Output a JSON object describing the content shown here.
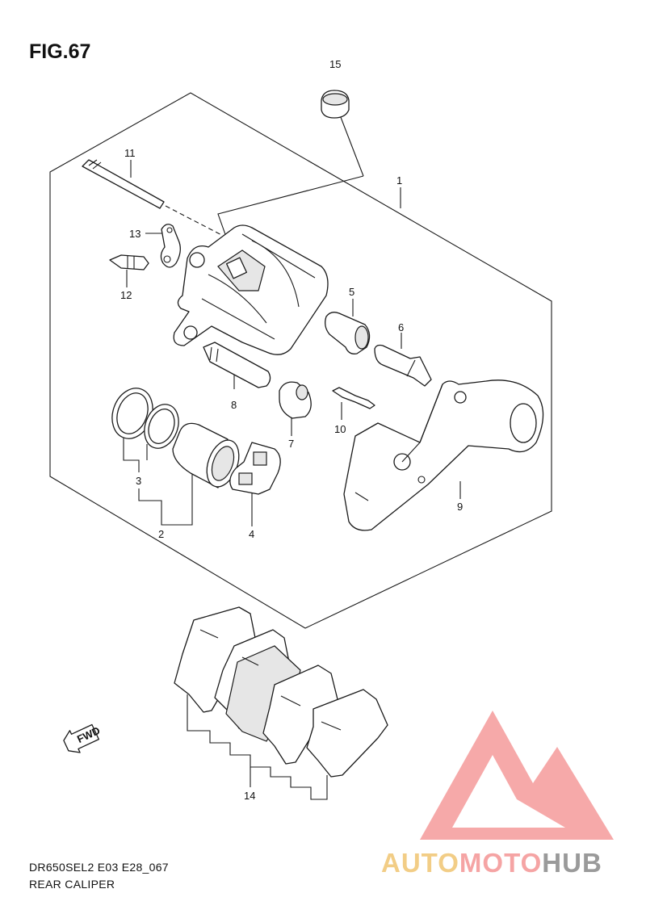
{
  "figure": {
    "title": "FIG.67",
    "model_code": "DR650SEL2 E03 E28_067",
    "caption": "REAR CALIPER"
  },
  "callouts": [
    "1",
    "2",
    "3",
    "4",
    "5",
    "6",
    "7",
    "8",
    "9",
    "10",
    "11",
    "12",
    "13",
    "14",
    "15"
  ],
  "direction_label": "FWD",
  "watermark": {
    "part1": "AUTO",
    "part2": "MOTO",
    "part3": "HUB",
    "colors": {
      "auto": "#f2cd86",
      "moto": "#f5a4a4",
      "hub": "#9a9a9a",
      "logo": "#f28f8f"
    }
  }
}
